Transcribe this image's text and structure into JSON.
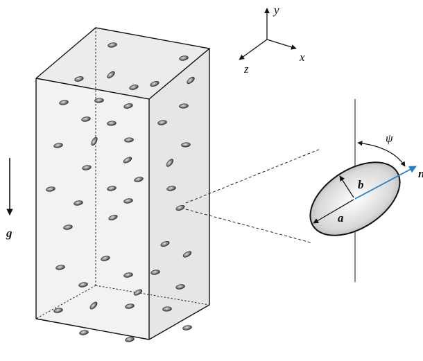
{
  "axes": {
    "y_label": "y",
    "x_label": "x",
    "z_label": "z"
  },
  "gravity": {
    "label": "g"
  },
  "ellipsoid": {
    "semi_major_label": "a",
    "semi_minor_label": "b",
    "angle_label": "ψ",
    "normal_label": "n"
  },
  "colors": {
    "normal_arrow": "#2a7fc0",
    "particle": "#555555"
  }
}
